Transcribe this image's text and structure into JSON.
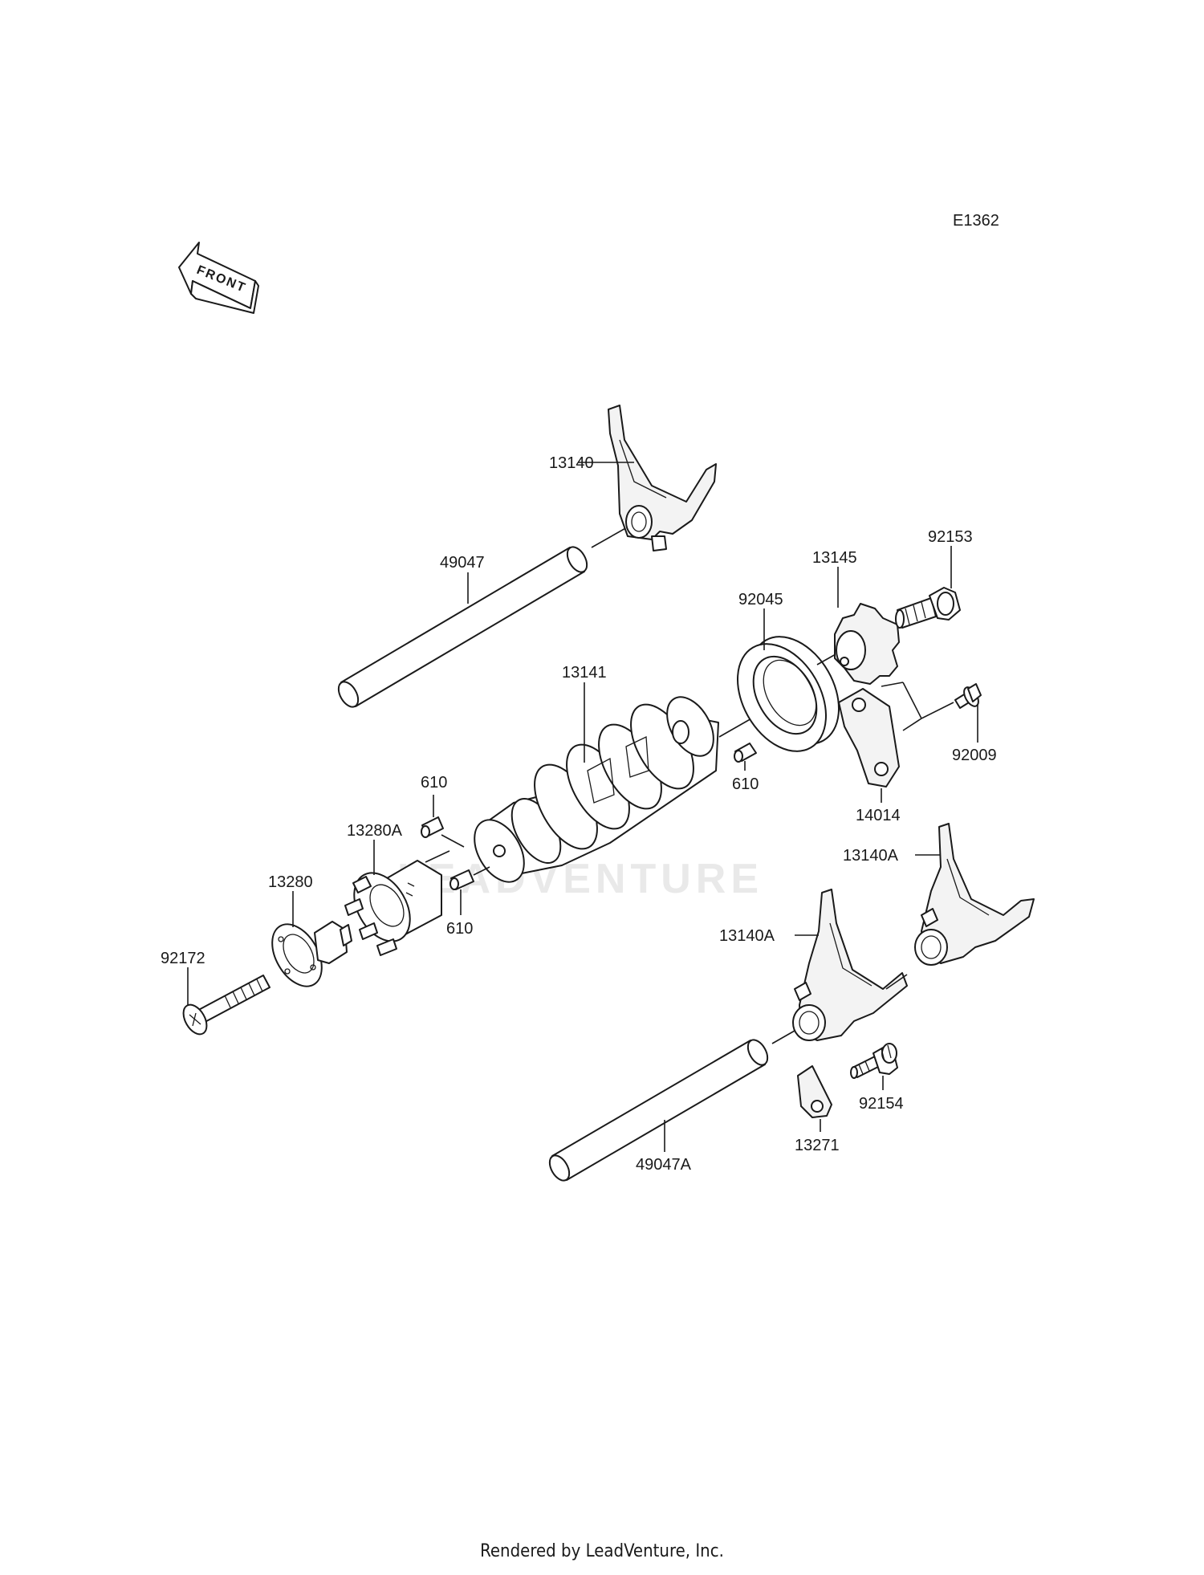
{
  "diagram_code": "E1362",
  "front_label": "FRONT",
  "watermark": "LEADVENTURE",
  "footer": "Rendered by LeadVenture, Inc.",
  "parts": {
    "p13140": "13140",
    "p49047": "49047",
    "p13145": "13145",
    "p92153": "92153",
    "p92045": "92045",
    "p13141": "13141",
    "p610_a": "610",
    "p610_b": "610",
    "p610_c": "610",
    "p92009": "92009",
    "p14014": "14014",
    "p13280A": "13280A",
    "p13280": "13280",
    "p13140A_a": "13140A",
    "p13140A_b": "13140A",
    "p92172": "92172",
    "p92154": "92154",
    "p13271": "13271",
    "p49047A": "49047A"
  }
}
